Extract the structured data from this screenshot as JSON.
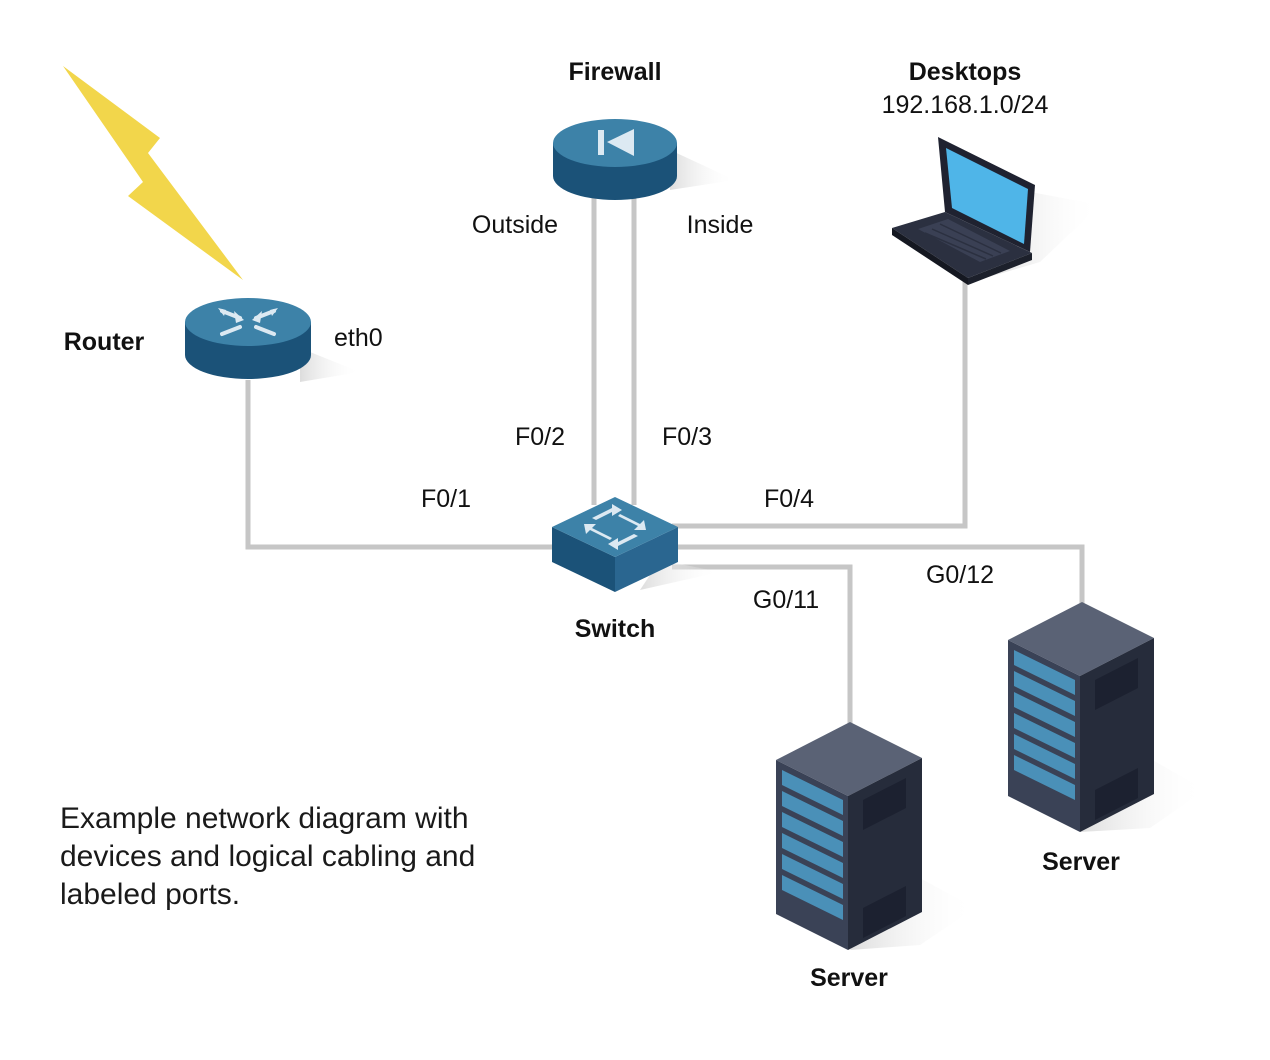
{
  "devices": {
    "router": {
      "label": "Router",
      "port": "eth0"
    },
    "firewall": {
      "label": "Firewall",
      "outside_label": "Outside",
      "inside_label": "Inside"
    },
    "desktops": {
      "label": "Desktops",
      "subnet": "192.168.1.0/24"
    },
    "switch": {
      "label": "Switch"
    },
    "server_a": {
      "label": "Server"
    },
    "server_b": {
      "label": "Server"
    }
  },
  "ports": {
    "f0_1": "F0/1",
    "f0_2": "F0/2",
    "f0_3": "F0/3",
    "f0_4": "F0/4",
    "g0_11": "G0/11",
    "g0_12": "G0/12"
  },
  "caption": "Example network diagram with devices and logical cabling and labeled ports.",
  "colors": {
    "cable": "#c6c6c6",
    "device_top": "#3d82a8",
    "device_side": "#1b5278",
    "lightning": "#f2d64b",
    "server_body": "#2e3447",
    "screen": "#4fb5e8"
  },
  "icons": [
    "lightning-icon",
    "router-icon",
    "firewall-icon",
    "laptop-icon",
    "switch-icon",
    "server-icon"
  ]
}
